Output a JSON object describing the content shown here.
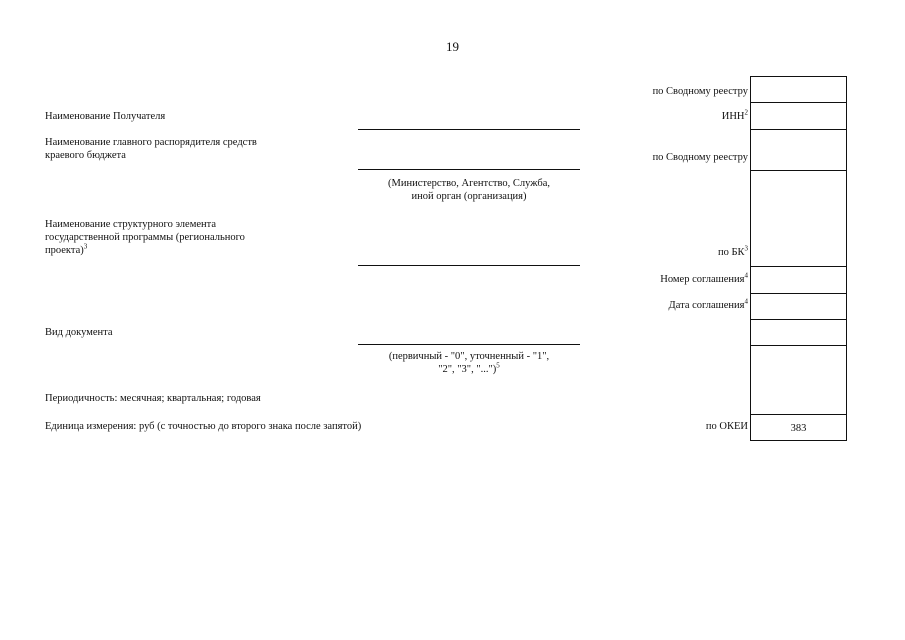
{
  "page_number": "19",
  "left_labels": {
    "recipient": "Наименование Получателя",
    "manager_line1": "Наименование главного распорядителя средств",
    "manager_line2": "краевого бюджета",
    "element_line1": "Наименование структурного  элемента",
    "element_line2": "государственной программы (регионального",
    "element_line3": "проекта)",
    "element_sup": "3",
    "doc_type": "Вид документа",
    "periodicity": "Периодичность: месячная; квартальная; годовая",
    "unit": "Единица измерения: руб (с точностью до второго знака после запятой)"
  },
  "hints": {
    "ministry_line1": "(Министерство, Агентство, Служба,",
    "ministry_line2": "иной орган (организация)",
    "doctype_line1": "(первичный - \"0\", уточненный - \"1\",",
    "doctype_line2": "\"2\",  \"3\",  \"...\")",
    "doctype_sup": "5"
  },
  "code_labels": {
    "svodny1": "по Сводному реестру",
    "inn": "ИНН",
    "inn_sup": "2",
    "svodny2": "по Сводному реестру",
    "bk": "по БК",
    "bk_sup": "3",
    "agreement_num": "Номер соглашения",
    "agreement_num_sup": "4",
    "agreement_date": "Дата соглашения",
    "agreement_date_sup": "4",
    "okei": "по ОКЕИ"
  },
  "code_values": {
    "okei": "383"
  }
}
